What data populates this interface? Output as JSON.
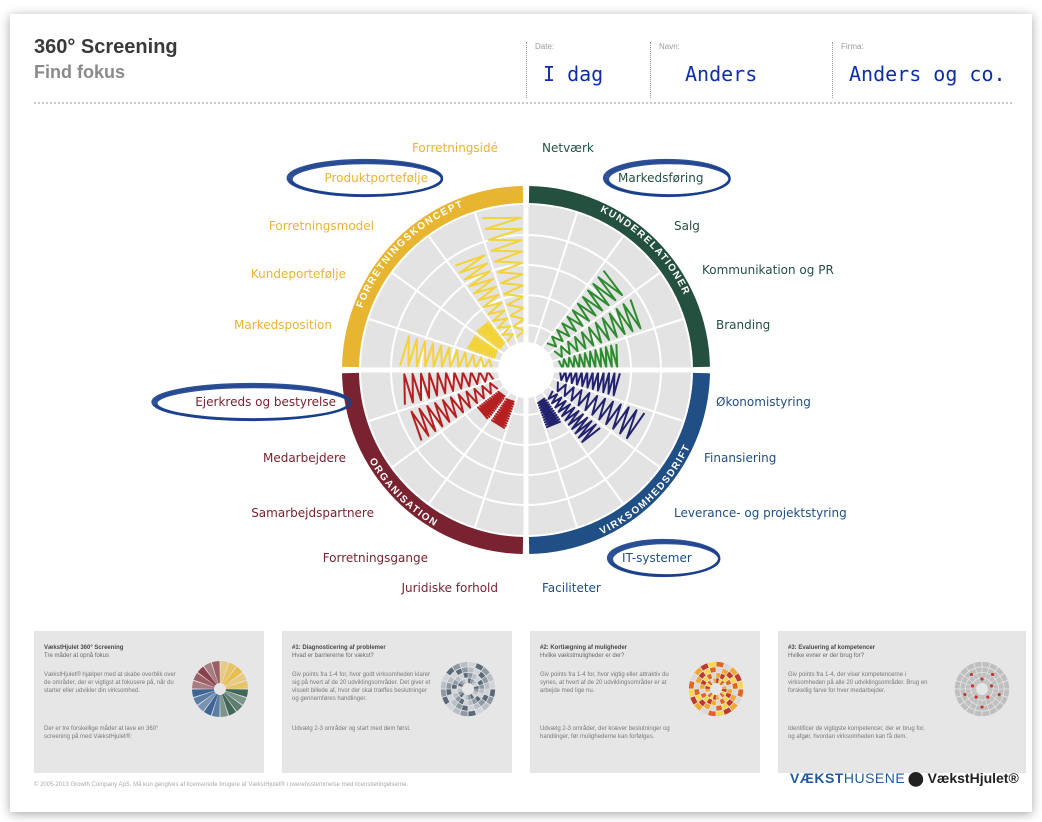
{
  "header": {
    "title": "360° Screening",
    "subtitle": "Find fokus",
    "fields": [
      {
        "label": "Date:",
        "value": "I dag"
      },
      {
        "label": "Navn:",
        "value": "Anders"
      },
      {
        "label": "Firma:",
        "value": "Anders og co."
      }
    ]
  },
  "wheel": {
    "sections": [
      {
        "name": "FORRETNINGSKONCEPT",
        "color": "#e8b531",
        "scribble_color": "#f2d33a",
        "items": [
          "Forretningsidé",
          "Produktportefølje",
          "Forretningsmodel",
          "Kundeportefølje",
          "Markedsposition"
        ],
        "levels": [
          4,
          3,
          1,
          1,
          3
        ]
      },
      {
        "name": "KUNDERELATIONER",
        "color": "#24503f",
        "scribble_color": "#2e8b30",
        "items": [
          "Netværk",
          "Markedsføring",
          "Salg",
          "Kommunikation og PR",
          "Branding"
        ],
        "levels": [
          0,
          0,
          3,
          3,
          2
        ]
      },
      {
        "name": "VIRKSOMHEDSDRIFT",
        "color": "#204f86",
        "scribble_color": "#23226e",
        "items": [
          "Økonomistyring",
          "Finansiering",
          "Leverance- og projektstyring",
          "IT-systemer",
          "Faciliteter"
        ],
        "levels": [
          2,
          3,
          2,
          1,
          0
        ]
      },
      {
        "name": "ORGANISATION",
        "color": "#7a2330",
        "scribble_color": "#b51f1f",
        "items": [
          "Juridiske forhold",
          "Forretningsgange",
          "Samarbejdspartnere",
          "Medarbejdere",
          "Ejerkreds og bestyrelse"
        ],
        "levels": [
          0,
          1,
          1,
          3,
          3
        ]
      }
    ],
    "circled": [
      "Produktportefølje",
      "Markedsføring",
      "Ejerkreds og bestyrelse",
      "IT-systemer"
    ],
    "circle_color": "#1a3f8c"
  },
  "footer": {
    "panels": [
      {
        "heading": "VækstHjulet 360° Screening",
        "sub": "Tre måder at opnå fokus",
        "body": "VækstHjulet® hjælper med at skabe overblik over de områder, der er vigtigst at fokusere på, når du starter eller udvikler din virksomhed.",
        "body2": "Der er tre forskellige måder at lave en 360° screening på med VækstHjulet®:"
      },
      {
        "heading": "#1: Diagnosticering af problemer",
        "sub": "Hvad er barriererne for vækst?",
        "body": "Giv points fra 1-4 for, hvor godt virksomheden klarer sig på hvert af de 20 udviklingsområder. Det giver et visuelt billede af, hvor der skal træffes beslutninger og gennemføres handlinger.",
        "body2": "Udvælg 2-3 områder og start med dem først."
      },
      {
        "heading": "#2: Kortlægning af muligheder",
        "sub": "Hvilke vækstmuligheder er der?",
        "body": "Giv points fra 1-4 for, hvor vigtig eller attraktiv du synes, at hvert af de 20 udviklingsområder er at arbejde med lige nu.",
        "body2": "Udvælg 2-3 områder, der kræver beslutninger og handlinger, før mulighederne kan forfølges."
      },
      {
        "heading": "#3: Evaluering af kompetencer",
        "sub": "Hvilke evner er der brug for?",
        "body": "Giv points fra 1-4, der viser kompetencerne i virksomheden på alle 20 udviklingsområder. Brug en forskellig farve for hver medarbejder.",
        "body2": "Identificer de vigtigste kompetencer, der er brug for, og afgør, hvordan virksomheden kan få dem."
      }
    ],
    "copyright": "© 2005-2013 Growth Company ApS. Må kun gengives af licenserede brugere af VækstHjulet® i overensstemmelse med licensbetingelserne.",
    "logo_vaeksthusene_bold": "VÆKST",
    "logo_vaeksthusene_light": "HUSENE",
    "logo_vaeksthjulet": "VækstHjulet®"
  }
}
